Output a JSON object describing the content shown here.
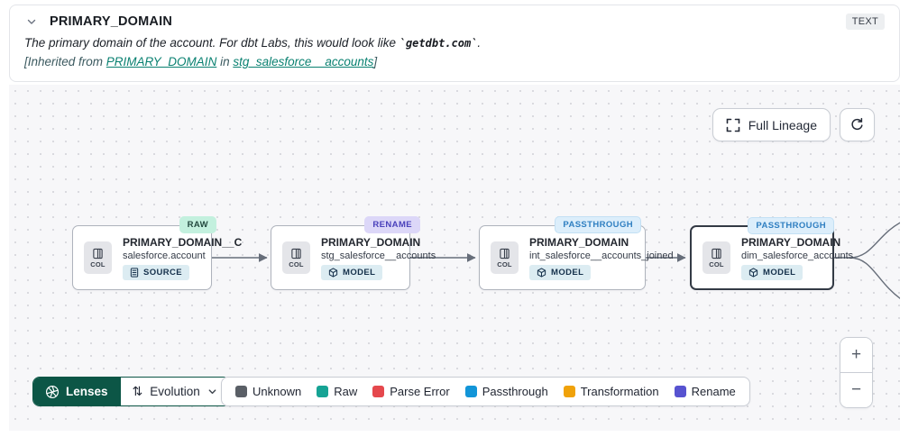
{
  "header": {
    "title": "PRIMARY_DOMAIN",
    "type_badge": "TEXT",
    "description_prefix": "The primary domain of the account. For dbt Labs, this would look like ",
    "description_code": "`getdbt.com`",
    "description_suffix": ".",
    "inherited": {
      "prefix": "[Inherited from ",
      "column_link": "PRIMARY_DOMAIN",
      "middle": " in ",
      "model_link": "stg_salesforce__accounts",
      "suffix": "]"
    }
  },
  "canvas": {
    "full_lineage_label": "Full Lineage",
    "zoom_in_label": "+",
    "zoom_out_label": "−",
    "nodes": [
      {
        "lens_badge": "RAW",
        "title": "PRIMARY_DOMAIN__C",
        "subtitle": "salesforce.account",
        "col_label": "COL",
        "resource": "SOURCE"
      },
      {
        "lens_badge": "RENAME",
        "title": "PRIMARY_DOMAIN",
        "subtitle": "stg_salesforce__accounts",
        "col_label": "COL",
        "resource": "MODEL"
      },
      {
        "lens_badge": "PASSTHROUGH",
        "title": "PRIMARY_DOMAIN",
        "subtitle": "int_salesforce__accounts_joined",
        "col_label": "COL",
        "resource": "MODEL"
      },
      {
        "lens_badge": "PASSTHROUGH",
        "title": "PRIMARY_DOMAIN",
        "subtitle": "dim_salesforce_accounts",
        "col_label": "COL",
        "resource": "MODEL"
      }
    ]
  },
  "footer": {
    "lenses_label": "Lenses",
    "lens_selected": "Evolution",
    "legend": [
      {
        "label": "Unknown",
        "color": "#5a5f66"
      },
      {
        "label": "Raw",
        "color": "#16a394"
      },
      {
        "label": "Parse Error",
        "color": "#e5484d"
      },
      {
        "label": "Passthrough",
        "color": "#1295d8"
      },
      {
        "label": "Transformation",
        "color": "#f0a20a"
      },
      {
        "label": "Rename",
        "color": "#5753d0"
      }
    ]
  },
  "colors": {
    "accent_teal": "#0a8171",
    "lenses_green": "#0c5646",
    "canvas_bg": "#f7f7f9"
  }
}
